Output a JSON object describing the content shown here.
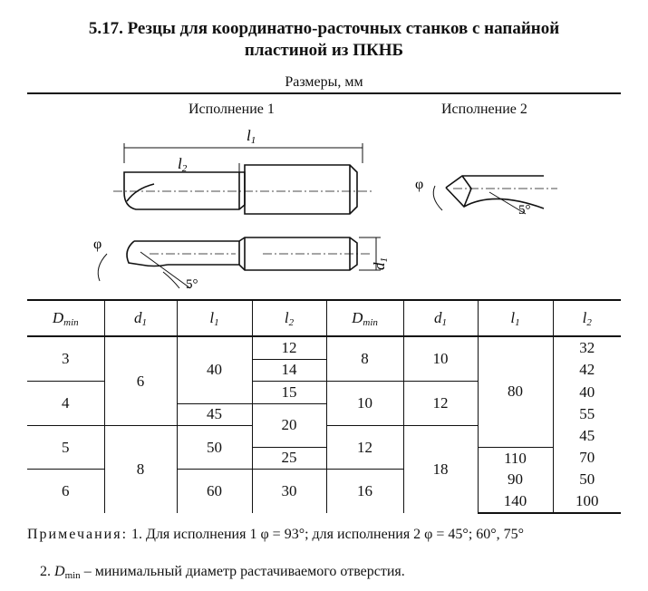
{
  "title_line1": "5.17. Резцы для координатно-расточных станков с напайной",
  "title_line2": "пластиной из ПКНБ",
  "subtitle": "Размеры, мм",
  "variant1": "Исполнение 1",
  "variant2": "Исполнение 2",
  "drawing": {
    "l1": "l",
    "l1_sub": "1",
    "l2": "l",
    "l2_sub": "2",
    "d1": "d",
    "d1_sub": "1",
    "phi": "φ",
    "angle5": "5°"
  },
  "headers": {
    "dmin": "D",
    "dmin_sub": "min",
    "d1": "d",
    "d1_sub": "1",
    "l1": "l",
    "l1_sub": "1",
    "l2": "l",
    "l2_sub": "2"
  },
  "left": {
    "dmin": [
      "3",
      "4",
      "5",
      "6"
    ],
    "d1": [
      "6",
      "8"
    ],
    "l1": [
      "40",
      "45",
      "50",
      "60"
    ],
    "l2": [
      "12",
      "14",
      "15",
      "20",
      "25",
      "30"
    ]
  },
  "right": {
    "dmin": [
      "8",
      "10",
      "12",
      "16"
    ],
    "d1": [
      "10",
      "12",
      "18"
    ],
    "l1": [
      "80",
      "110",
      "90",
      "140"
    ],
    "l2": [
      "32",
      "42",
      "40",
      "55",
      "45",
      "70",
      "50",
      "100"
    ]
  },
  "notes": {
    "label": "Примечания:",
    "note1_text": " 1. Для исполнения 1 φ = 93°; для исполнения 2 φ = 45°; 60°, 75°",
    "note2_num": "2. ",
    "note2_d": "D",
    "note2_sub": "min",
    "note2_text": " – минимальный диаметр растачиваемого отверстия."
  }
}
